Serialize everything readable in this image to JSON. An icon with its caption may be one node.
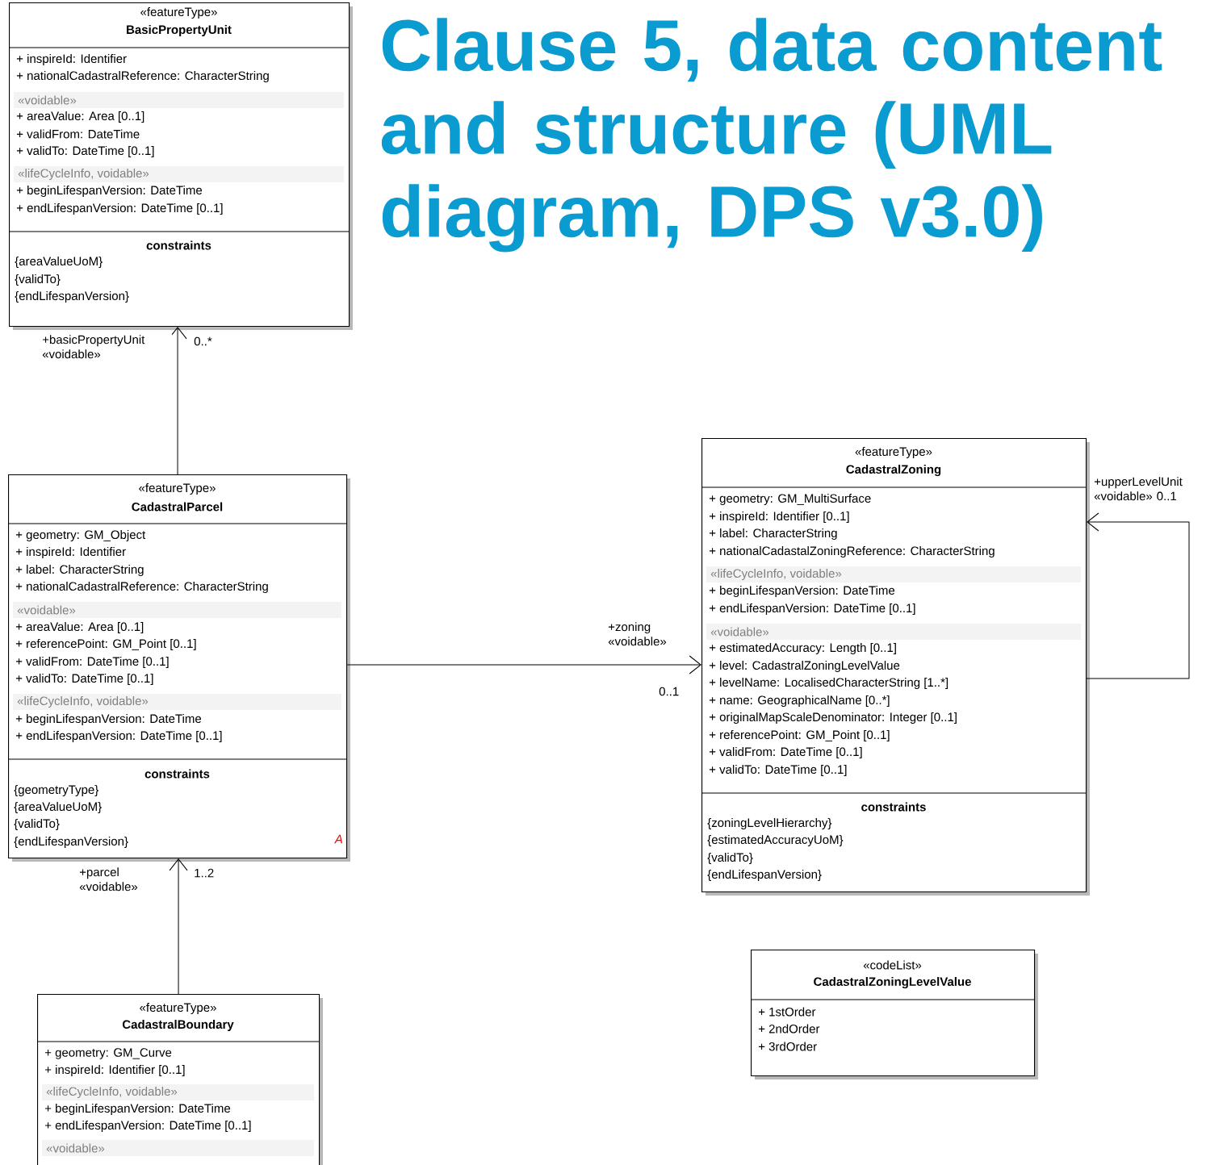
{
  "diagram": {
    "title": "Clause 5, data content and structure (UML diagram, DPS v3.0)",
    "nodes": [
      {
        "text": [
          "«featureType»",
          "BasicPropertyUnit",
          "+ inspireId: Identifier",
          "+ nationalCadastralReference: CharacterString",
          "«voidable»",
          "+ areaValue: Area [0..1]",
          "+ validFrom: DateTime",
          "+ validTo: DateTime [0..1]",
          "«lifeCycleInfo, voidable»",
          "+ beginLifespanVersion: DateTime",
          "+ endLifespanVersion: DateTime [0..1]",
          "constraints",
          "{areaValueUoM}",
          "{validTo}",
          "{endLifespanVersion}"
        ]
      },
      {
        "text": [
          "«featureType»",
          "CadastralZoning",
          "+ geometry: GM_MultiSurface",
          "+ inspireId: Identifier [0..1]",
          "+ label: CharacterString",
          "+ nationalCadastalZoningReference: CharacterString",
          "«lifeCycleInfo, voidable»",
          "+ beginLifespanVersion: DateTime",
          "+ endLifespanVersion: DateTime [0..1]",
          "«voidable»",
          "+ estimatedAccuracy: Length [0..1]",
          "+ level: CadastralZoningLevelValue",
          "+ levelName: LocalisedCharacterString [1..*]",
          "+ name: GeographicalName [0..*]",
          "+ originalMapScaleDenominator: Integer [0..1]",
          "+ referencePoint: GM_Point [0..1]",
          "+ validFrom: DateTime [0..1]",
          "+ validTo: DateTime [0..1]",
          "constraints",
          "{zoningLevelHierarchy}",
          "{estimatedAccuracyUoM}",
          "{validTo}",
          "{endLifespanVersion}"
        ]
      },
      {
        "text": [
          "«featureType»",
          "CadastralParcel",
          "+ geometry: GM_Object",
          "+ inspireId: Identifier",
          "+ label: CharacterString",
          "+ nationalCadastralReference: CharacterString",
          "«voidable»",
          "+ areaValue: Area [0..1]",
          "+ referencePoint: GM_Point [0..1]",
          "+ validFrom: DateTime [0..1]",
          "+ validTo: DateTime [0..1]",
          "«lifeCycleInfo, voidable»",
          "+ beginLifespanVersion: DateTime",
          "+ endLifespanVersion: DateTime [0..1]",
          "constraints",
          "{geometryType}",
          "{areaValueUoM}",
          "{validTo}",
          "{endLifespanVersion}",
          "A"
        ]
      },
      {
        "text": [
          "«codeList»",
          "CadastralZoningLevelValue",
          "+ 1stOrder",
          "+ 2ndOrder",
          "+ 3rdOrder"
        ]
      },
      {
        "text": [
          "«featureType»",
          "CadastralBoundary",
          "+ geometry: GM_Curve",
          "+ inspireId: Identifier [0..1]",
          "«lifeCycleInfo, voidable»",
          "+ beginLifespanVersion: DateTime",
          "+ endLifespanVersion: DateTime [0..1]",
          "«voidable»"
        ]
      }
    ],
    "edges": [
      {
        "from": 2,
        "to": 0,
        "arrow": "to",
        "label": "+basicPropertyUnit «voidable»"
      },
      {
        "from": 2,
        "to": 1,
        "arrow": "to",
        "label": "+zoning «voidable»"
      },
      {
        "from": 1,
        "to": 1,
        "arrow": "to",
        "label": "+upperLevelUnit «voidable» 0..1"
      },
      {
        "from": 4,
        "to": 2,
        "arrow": "to",
        "label": "+parcel «voidable»"
      }
    ],
    "labels": [
      "0..*",
      "0..1",
      "1..2"
    ]
  }
}
